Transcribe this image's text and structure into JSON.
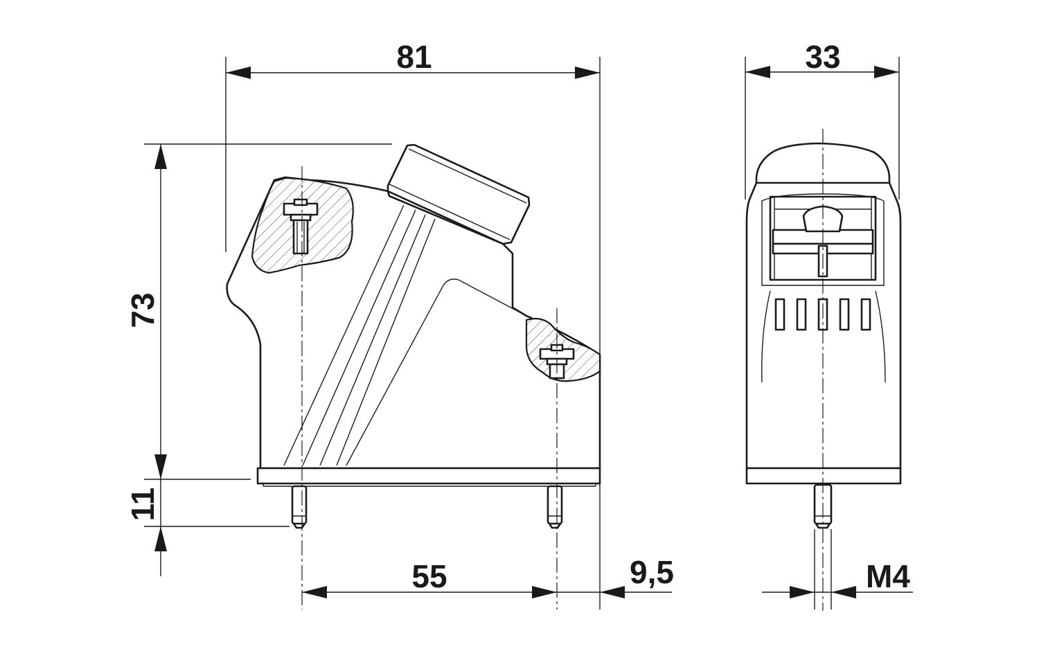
{
  "dimensions": {
    "width_side": "81",
    "height_total": "73",
    "pin_length": "11",
    "pin_spacing": "55",
    "offset": "9,5",
    "width_front": "33",
    "thread": "M4"
  },
  "colors": {
    "line": "#1a1a1a",
    "background": "#ffffff"
  }
}
